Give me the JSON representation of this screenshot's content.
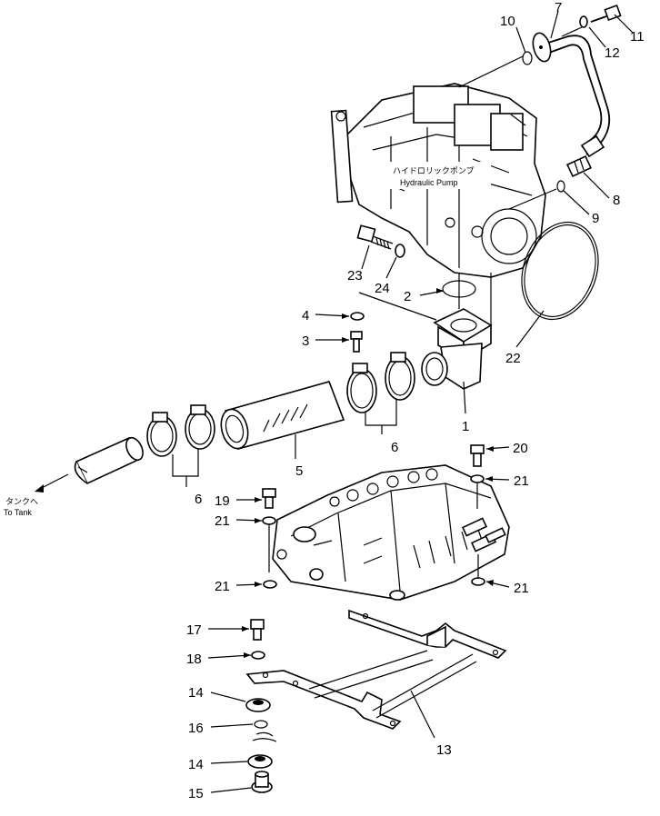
{
  "labels": {
    "p1": "1",
    "p2": "2",
    "p3": "3",
    "p4": "4",
    "p5": "5",
    "p6a": "6",
    "p6b": "6",
    "p7": "7",
    "p8": "8",
    "p9": "9",
    "p10": "10",
    "p11": "11",
    "p12": "12",
    "p13": "13",
    "p14a": "14",
    "p14b": "14",
    "p15": "15",
    "p16": "16",
    "p17": "17",
    "p18": "18",
    "p19": "19",
    "p20": "20",
    "p21a": "21",
    "p21b": "21",
    "p21c": "21",
    "p21d": "21",
    "p22": "22",
    "p23": "23",
    "p24": "24"
  },
  "pump_jp": "ハイドロリックポンプ",
  "pump_en": "Hydraulic Pump",
  "tank_jp": "タンクへ",
  "tank_en": "To Tank"
}
